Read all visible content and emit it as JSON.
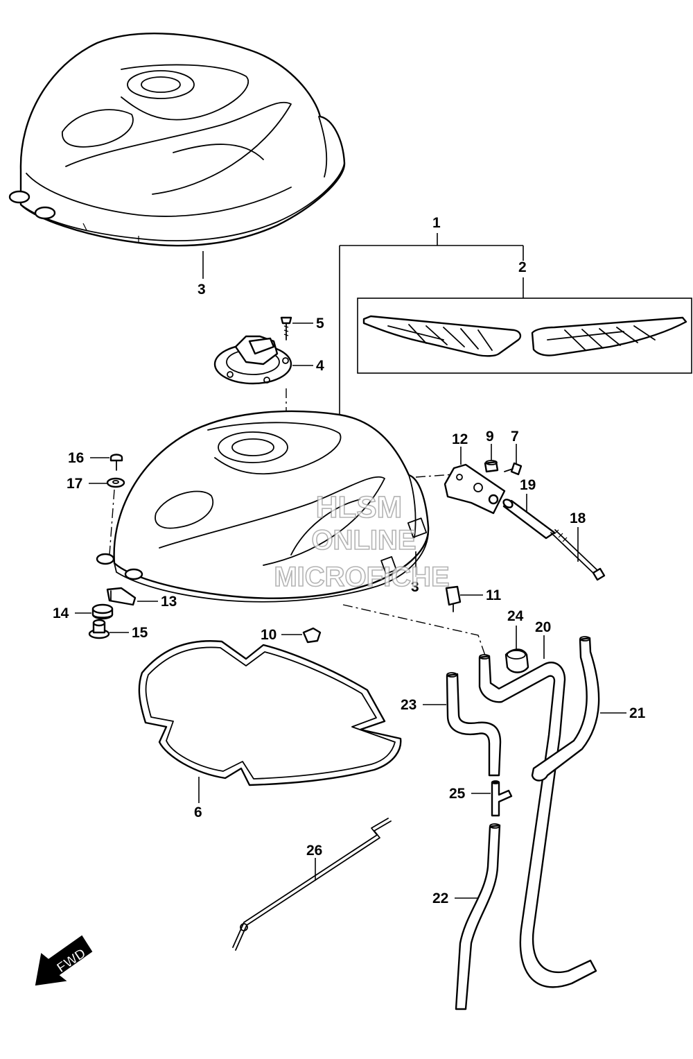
{
  "diagram": {
    "callouts": {
      "c1": "1",
      "c2": "2",
      "c3a": "3",
      "c3b": "3",
      "c4": "4",
      "c5": "5",
      "c6": "6",
      "c7": "7",
      "c9": "9",
      "c10": "10",
      "c11": "11",
      "c12": "12",
      "c13": "13",
      "c14": "14",
      "c15": "15",
      "c16": "16",
      "c17": "17",
      "c18": "18",
      "c19": "19",
      "c20": "20",
      "c21": "21",
      "c22": "22",
      "c23": "23",
      "c24": "24",
      "c25": "25",
      "c26": "26"
    },
    "direction_label": "FWD",
    "watermark": {
      "line1": "HLSM",
      "line2": "ONLINE",
      "line3": "MICROFICHE"
    },
    "colors": {
      "line": "#000000",
      "background": "#ffffff",
      "watermark": "#9a9a9a"
    }
  }
}
